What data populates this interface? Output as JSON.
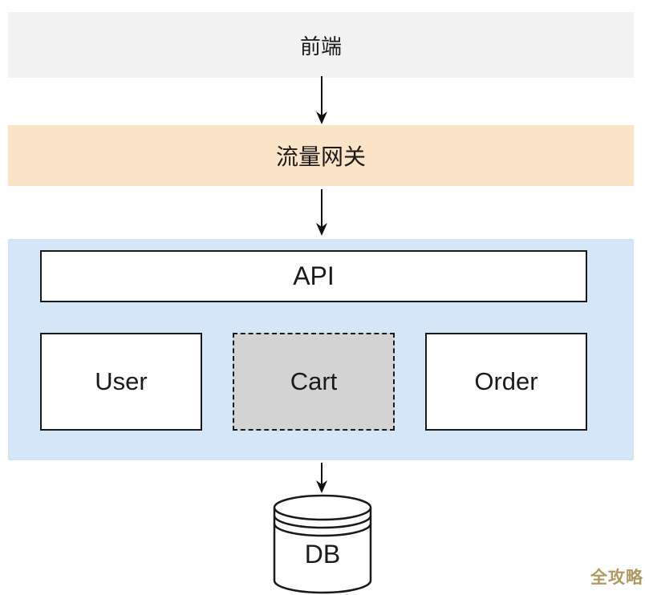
{
  "diagram": {
    "nodes": {
      "frontend": {
        "label": "前端"
      },
      "gateway": {
        "label": "流量网关"
      },
      "api": {
        "label": "API"
      },
      "user": {
        "label": "User"
      },
      "cart": {
        "label": "Cart"
      },
      "order": {
        "label": "Order"
      },
      "db": {
        "label": "DB"
      }
    },
    "colors": {
      "canvas_bg": "#ffffff",
      "frontend_bg": "#f2f2f2",
      "gateway_bg": "#fbe3c7",
      "services_bg": "#d4e6f7",
      "cart_bg": "#d3d3d3",
      "node_bg": "#ffffff",
      "border": "#1a1a1a",
      "arrow": "#111111",
      "watermark": "#b1985e"
    }
  },
  "watermark": {
    "text": "全攻略"
  }
}
